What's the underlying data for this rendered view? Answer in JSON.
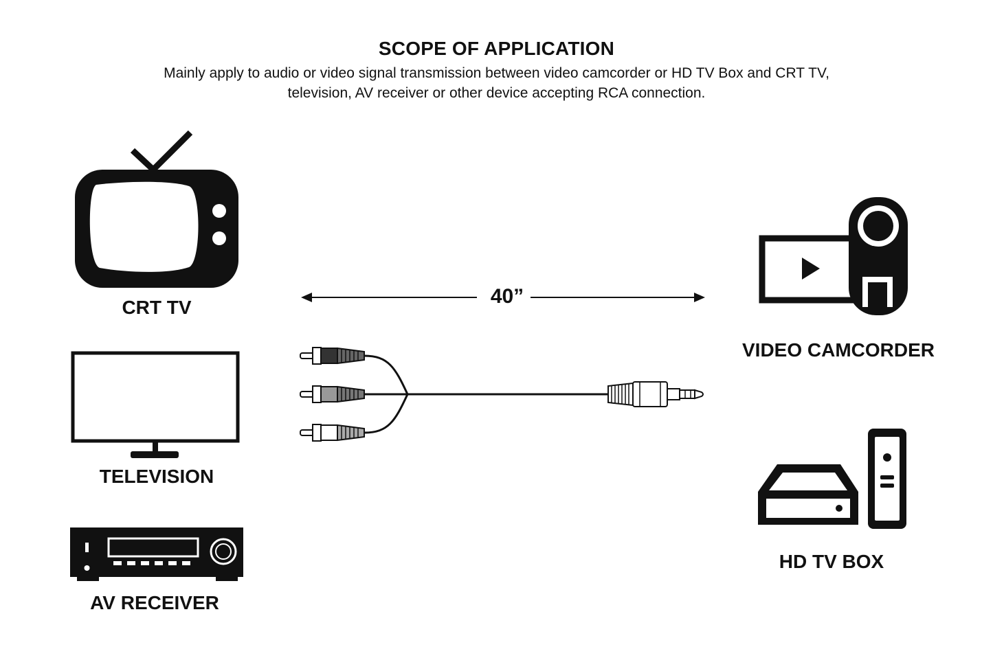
{
  "header": {
    "title": "SCOPE OF APPLICATION",
    "description_line1": "Mainly apply to audio or video signal transmission between video camcorder or HD TV Box and CRT TV,",
    "description_line2": "television, AV receiver or other device accepting RCA connection."
  },
  "devices_left": [
    {
      "label": "CRT TV",
      "icon": "crt-tv-icon"
    },
    {
      "label": "TELEVISION",
      "icon": "television-icon"
    },
    {
      "label": "AV RECEIVER",
      "icon": "av-receiver-icon"
    }
  ],
  "devices_right": [
    {
      "label": "VIDEO CAMCORDER",
      "icon": "video-camcorder-icon"
    },
    {
      "label": "HD TV BOX",
      "icon": "hd-tv-box-icon"
    }
  ],
  "cable": {
    "length": "40”",
    "connectors_left": "3 x RCA",
    "connector_right": "3.5mm plug"
  },
  "colors": {
    "ink": "#111111",
    "background": "#ffffff"
  }
}
